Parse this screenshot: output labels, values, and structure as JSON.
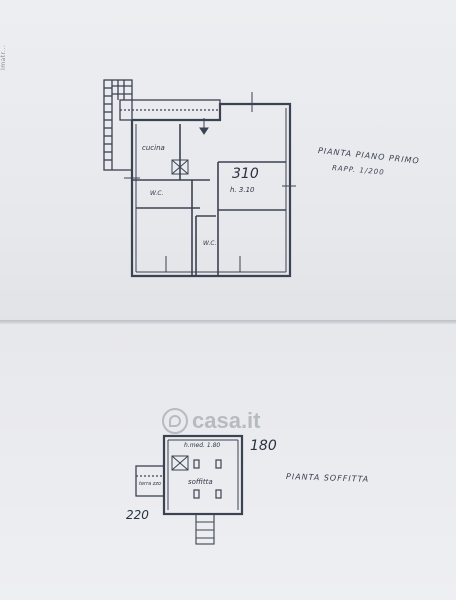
{
  "sheet": {
    "edge_text": "Imatr..."
  },
  "first_floor": {
    "title": "PIANTA PIANO PRIMO",
    "scale": "RAPP. 1/200",
    "rooms": {
      "cucina": "cucina",
      "wc1": "W.C.",
      "wc2": "W.C.",
      "height_note": "h. 3.10"
    },
    "dimension": "310"
  },
  "attic": {
    "title": "PIANTA SOFFITTA",
    "height_note": "h.med. 1.80",
    "room": "soffitta",
    "small_room": "terra zzo",
    "dim_right": "180",
    "dim_left": "220"
  },
  "watermark": {
    "text": "casa.it"
  }
}
